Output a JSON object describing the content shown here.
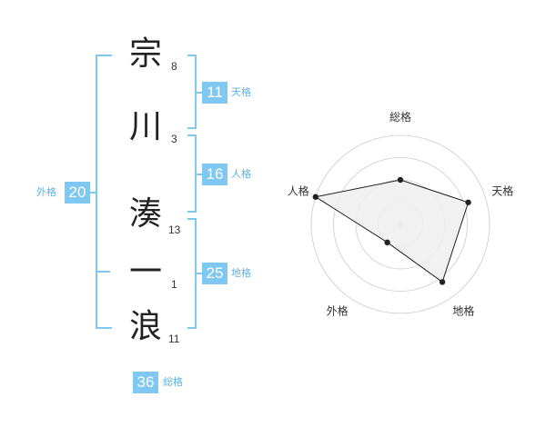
{
  "name": {
    "characters": [
      {
        "char": "宗",
        "strokes": "8"
      },
      {
        "char": "川",
        "strokes": "3"
      },
      {
        "char": "湊",
        "strokes": "13"
      },
      {
        "char": "一",
        "strokes": "1"
      },
      {
        "char": "浪",
        "strokes": "11"
      }
    ]
  },
  "kakusu": {
    "ten": {
      "value": "11",
      "label": "天格"
    },
    "jin": {
      "value": "16",
      "label": "人格"
    },
    "chi": {
      "value": "25",
      "label": "地格"
    },
    "gai": {
      "value": "20",
      "label": "外格"
    },
    "so": {
      "value": "36",
      "label": "総格"
    }
  },
  "colors": {
    "accent": "#7ec8f2",
    "accent_text": "#5ab4e8",
    "polygon_fill": "#eeeeee",
    "grid": "#cccccc"
  },
  "chart_data": {
    "type": "radar",
    "axes": [
      "総格",
      "天格",
      "地格",
      "外格",
      "人格"
    ],
    "values": [
      0.5,
      0.8,
      0.8,
      0.25,
      1.0
    ],
    "rmax": 1.0,
    "rings": 4
  }
}
